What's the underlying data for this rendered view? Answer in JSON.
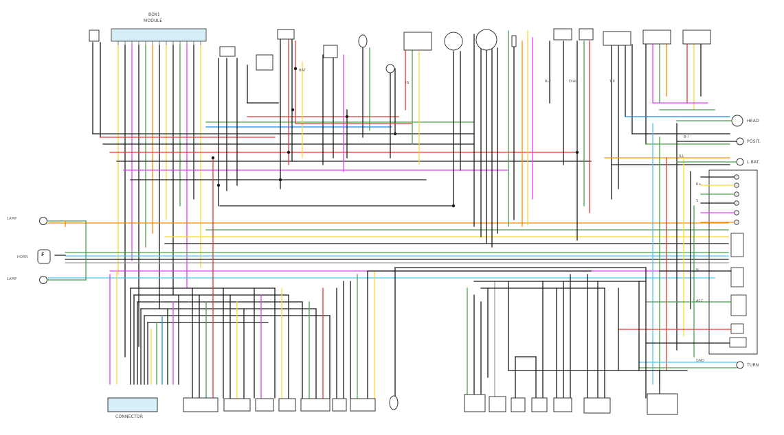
{
  "diagram": {
    "type": "wiring-schematic",
    "wire_colors": {
      "black": "#1a1a1a",
      "red": "#e53935",
      "green": "#43a047",
      "blue": "#1e88e5",
      "light_blue": "#4fc3f7",
      "yellow": "#fdd835",
      "orange": "#fb8c00",
      "pink": "#e040fb",
      "gray": "#9e9e9e",
      "brown": "#8d6e63"
    },
    "labels": {
      "top_connector_line1": "BOX1",
      "top_connector_line2": "MODULE",
      "bottom_connector": "CONNECTOR",
      "left_lamp_top": "LAMP",
      "left_lamp_bottom": "LAMP",
      "left_f_symbol": "F",
      "left_f_label": "HORN",
      "right_lamp_1": "HEAD",
      "right_lamp_2": "POSIT.",
      "right_lamp_3": "L.BAT.",
      "right_bottom_lamp": "TURN",
      "wire_tag_1": "DIAG",
      "wire_tag_2": "T.P.",
      "wire_tag_3": "RLY",
      "wire_tag_4": "B-I",
      "wire_tag_5": "R+",
      "wire_tag_6": "S",
      "wire_tag_7": "N",
      "wire_tag_8": "ACC",
      "wire_tag_9": "ILL",
      "wire_tag_10": "GND",
      "wire_tag_11": "IG",
      "wire_tag_12": "BAT"
    }
  }
}
